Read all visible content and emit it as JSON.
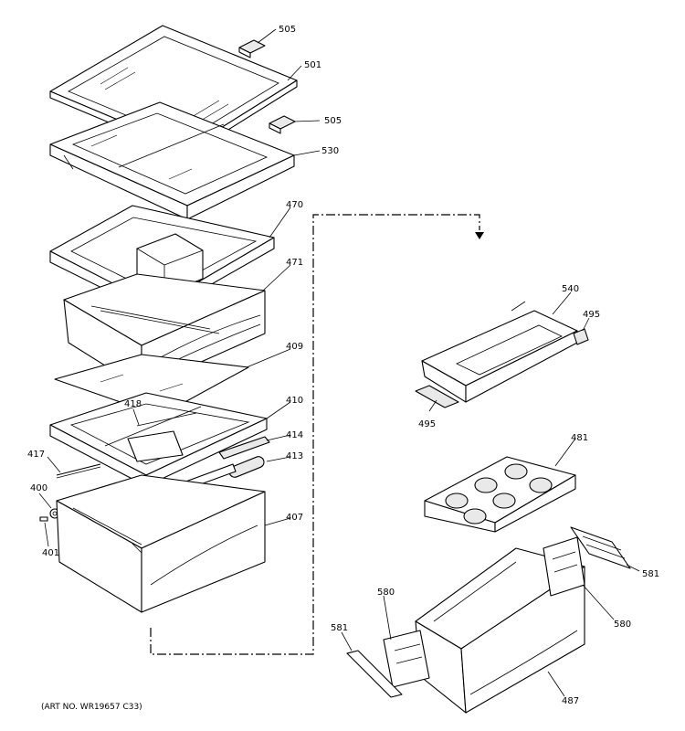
{
  "callouts": {
    "p505a": "505",
    "p501": "501",
    "p505b": "505",
    "p530": "530",
    "p470": "470",
    "p471": "471",
    "p409": "409",
    "p410": "410",
    "p418": "418",
    "p414": "414",
    "p417": "417",
    "p413": "413",
    "p400": "400",
    "p401": "401",
    "p407": "407",
    "p540": "540",
    "p495a": "495",
    "p495b": "495",
    "p481": "481",
    "p581a": "581",
    "p580a": "580",
    "p580b": "580",
    "p581b": "581",
    "p487": "487"
  },
  "caption": "(ART NO. WR19657 C33)"
}
